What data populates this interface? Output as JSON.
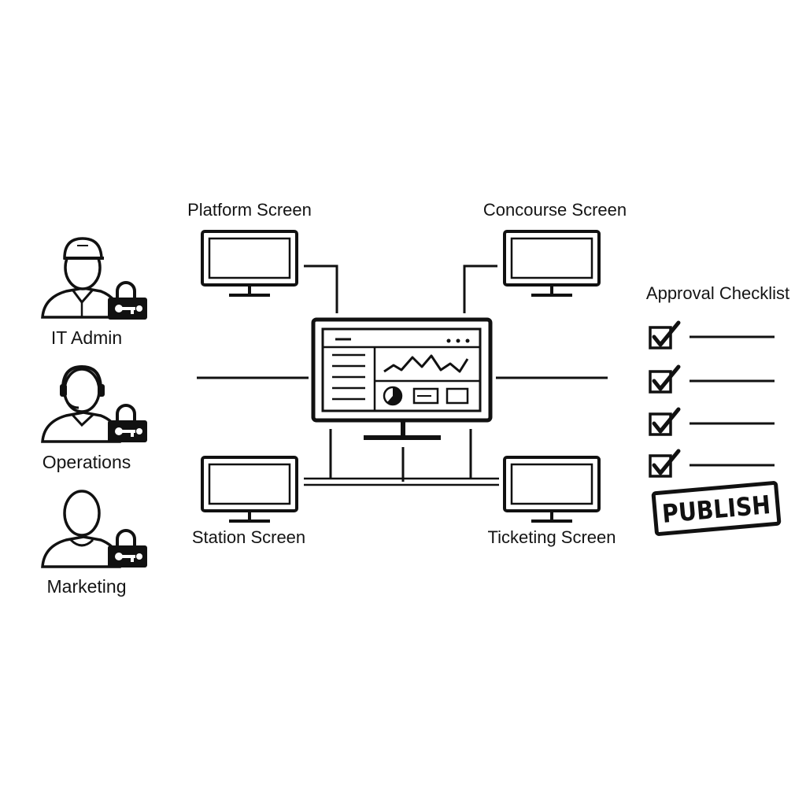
{
  "roles": [
    {
      "name": "IT Admin",
      "icon": "technician-with-cap-icon"
    },
    {
      "name": "Operations",
      "icon": "operator-with-headset-icon"
    },
    {
      "name": "Marketing",
      "icon": "person-icon"
    }
  ],
  "screens": {
    "platform": "Platform Screen",
    "concourse": "Concourse Screen",
    "station": "Station Screen",
    "ticketing": "Ticketing Screen"
  },
  "checklist": {
    "title": "Approval Checklist",
    "items": [
      true,
      true,
      true,
      true
    ],
    "stamp": "PUBLISH"
  },
  "colors": {
    "ink": "#111111",
    "background": "#ffffff"
  }
}
